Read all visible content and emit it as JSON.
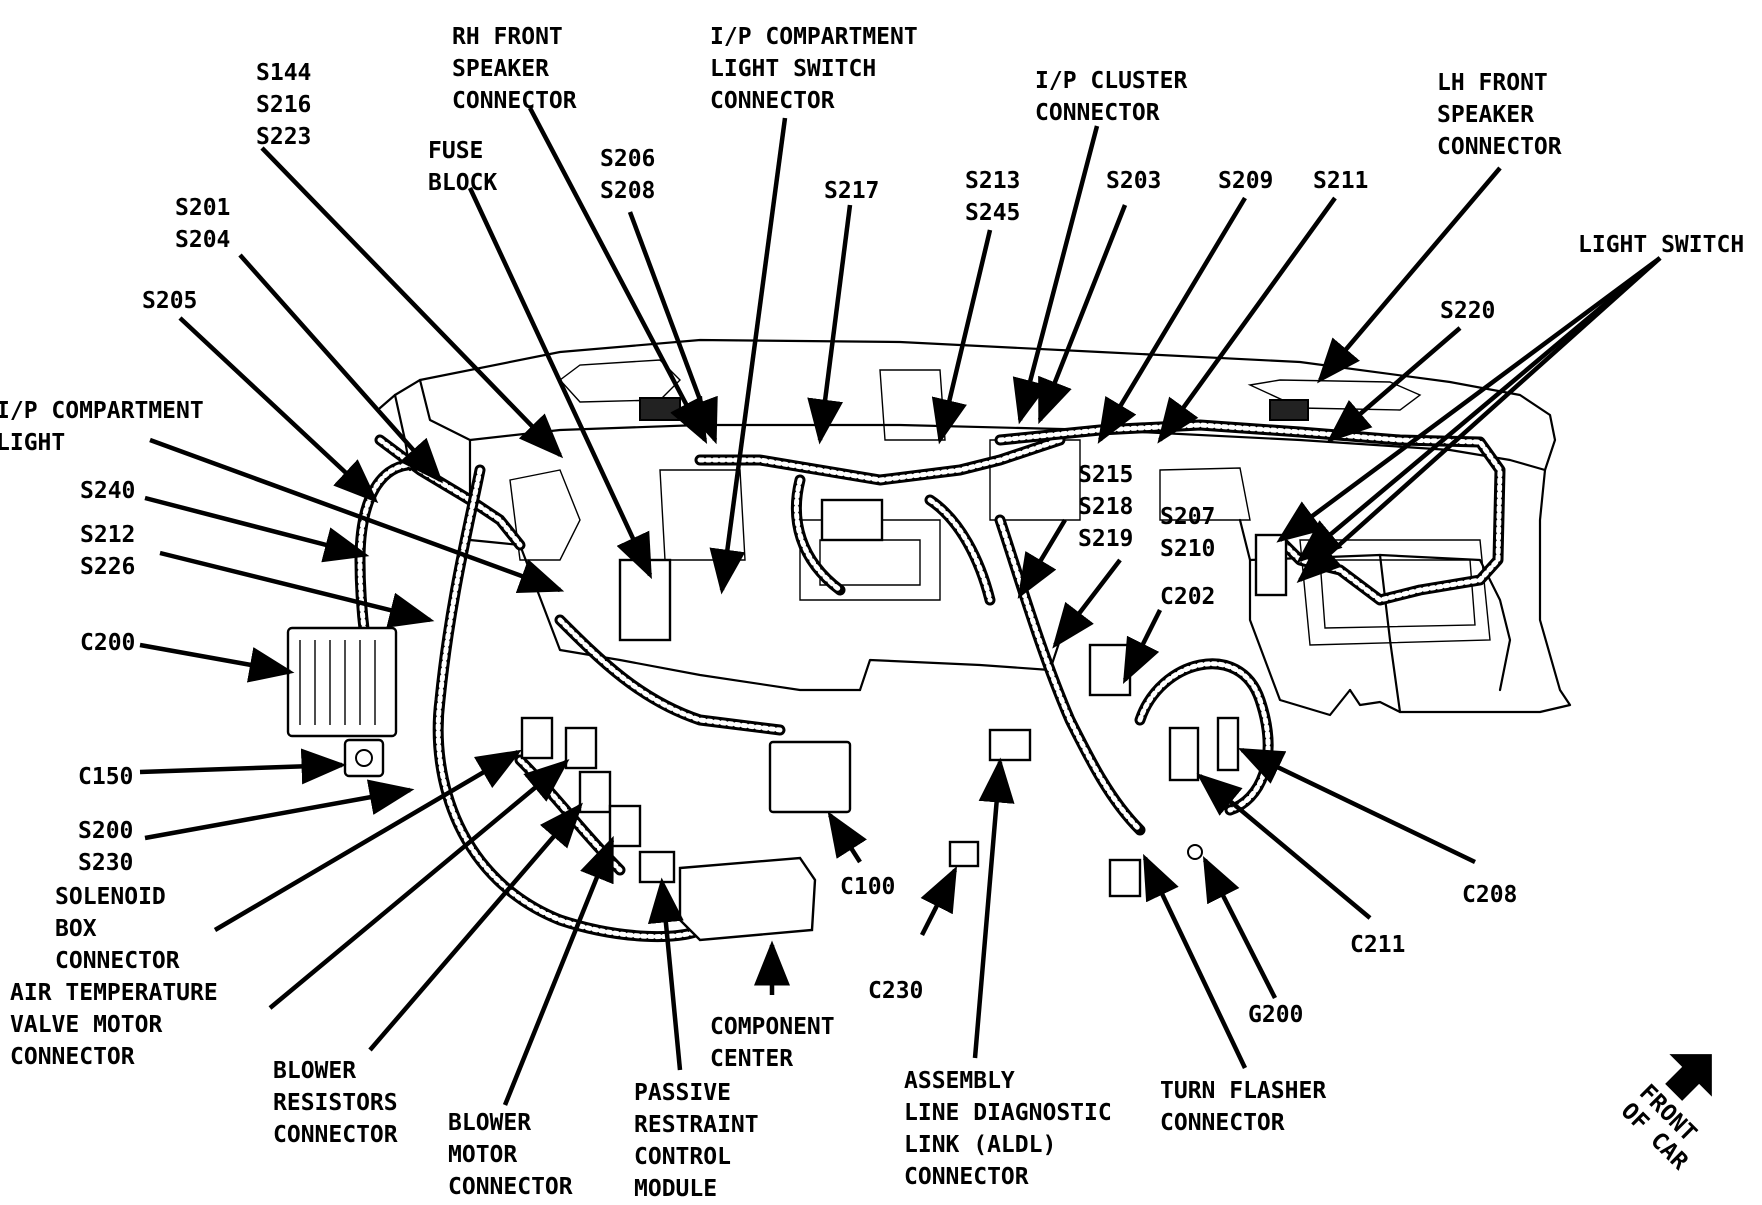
{
  "diagram": {
    "labels": {
      "s144_s216_s223": [
        "S144",
        "S216",
        "S223"
      ],
      "rh_front_speaker_connector": [
        "RH FRONT",
        "SPEAKER",
        "CONNECTOR"
      ],
      "ip_compartment_light_switch_connector": [
        "I/P COMPARTMENT",
        "LIGHT SWITCH",
        "CONNECTOR"
      ],
      "ip_cluster_connector": [
        "I/P CLUSTER",
        "CONNECTOR"
      ],
      "lh_front_speaker_connector": [
        "LH FRONT",
        "SPEAKER",
        "CONNECTOR"
      ],
      "fuse_block": [
        "FUSE",
        "BLOCK"
      ],
      "s206_s208": [
        "S206",
        "S208"
      ],
      "s217": [
        "S217"
      ],
      "s213_s245": [
        "S213",
        "S245"
      ],
      "s203": [
        "S203"
      ],
      "s209": [
        "S209"
      ],
      "s211": [
        "S211"
      ],
      "light_switch": [
        "LIGHT SWITCH"
      ],
      "s201_s204": [
        "S201",
        "S204"
      ],
      "s205": [
        "S205"
      ],
      "s220": [
        "S220"
      ],
      "ip_compartment_light": [
        "I/P COMPARTMENT",
        "LIGHT"
      ],
      "s240": [
        "S240"
      ],
      "s212_s226": [
        "S212",
        "S226"
      ],
      "c200": [
        "C200"
      ],
      "s215_s218_s219": [
        "S215",
        "S218",
        "S219"
      ],
      "s207_s210": [
        "S207",
        "S210"
      ],
      "c202": [
        "C202"
      ],
      "c150": [
        "C150"
      ],
      "s200_s230": [
        "S200",
        "S230"
      ],
      "solenoid_box_connector": [
        "SOLENOID",
        "BOX",
        "CONNECTOR"
      ],
      "air_temperature_valve_motor_connector": [
        "AIR TEMPERATURE",
        "VALVE MOTOR",
        "CONNECTOR"
      ],
      "blower_resistors_connector": [
        "BLOWER",
        "RESISTORS",
        "CONNECTOR"
      ],
      "blower_motor_connector": [
        "BLOWER",
        "MOTOR",
        "CONNECTOR"
      ],
      "passive_restraint_control_module": [
        "PASSIVE",
        "RESTRAINT",
        "CONTROL",
        "MODULE"
      ],
      "component_center": [
        "COMPONENT",
        "CENTER"
      ],
      "c100": [
        "C100"
      ],
      "c230": [
        "C230"
      ],
      "aldl_connector": [
        "ASSEMBLY",
        "LINE DIAGNOSTIC",
        "LINK (ALDL)",
        "CONNECTOR"
      ],
      "turn_flasher_connector": [
        "TURN FLASHER",
        "CONNECTOR"
      ],
      "g200": [
        "G200"
      ],
      "c211": [
        "C211"
      ],
      "c208": [
        "C208"
      ],
      "front_of_car": [
        "FRONT",
        "OF CAR"
      ]
    }
  }
}
